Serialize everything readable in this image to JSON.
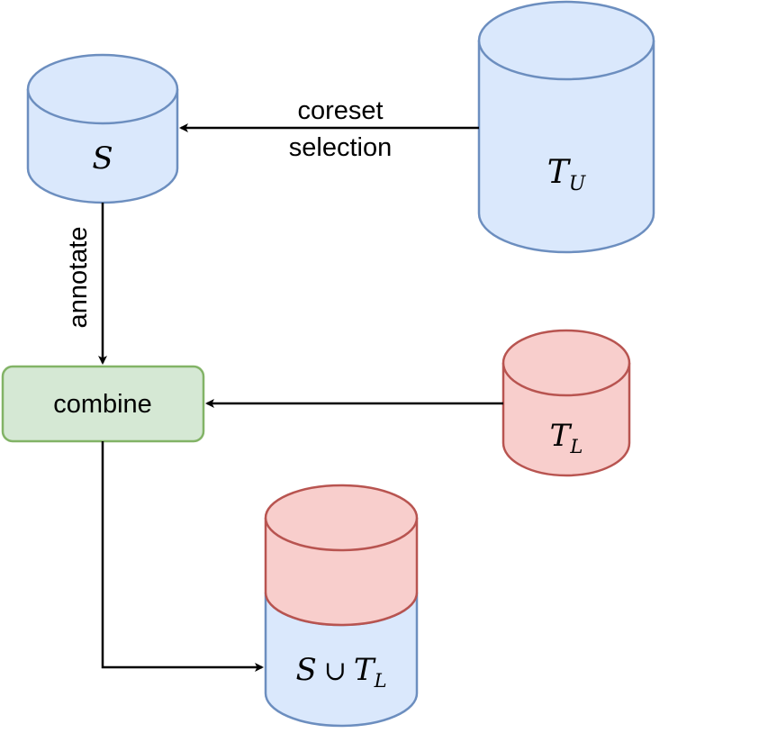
{
  "colors": {
    "blue_fill": "#dae8fc",
    "blue_stroke": "#6c8ebf",
    "red_fill": "#f8cecc",
    "red_stroke": "#b85450",
    "green_fill": "#d5e8d4",
    "green_stroke": "#82b366"
  },
  "nodes": {
    "s": {
      "symbol": "S"
    },
    "tu": {
      "symbol": "T",
      "subscript": "U"
    },
    "tl": {
      "symbol": "T",
      "subscript": "L"
    },
    "combine": {
      "label": "combine"
    },
    "union": {
      "left": "S",
      "operator": "∪",
      "symbol": "T",
      "subscript": "L"
    }
  },
  "edges": {
    "coreset": {
      "label_line1": "coreset",
      "label_line2": "selection"
    },
    "annotate": {
      "label": "annotate"
    }
  }
}
